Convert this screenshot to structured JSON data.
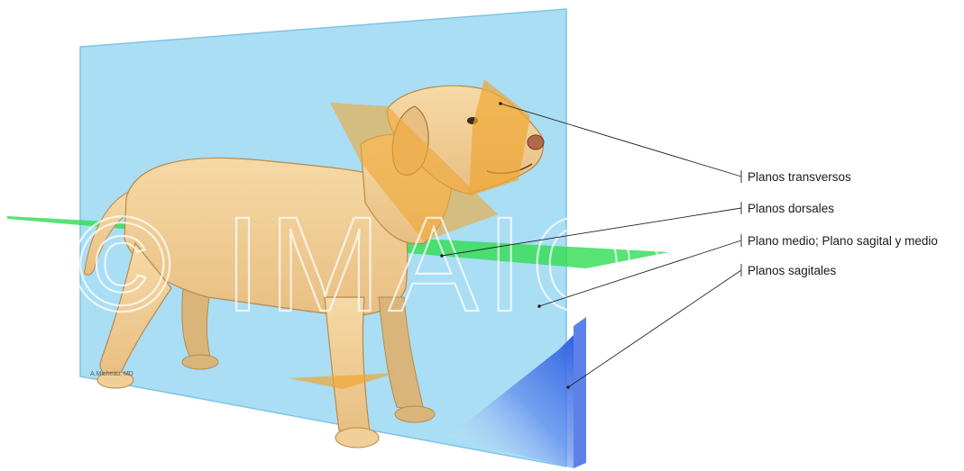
{
  "labels": [
    "Planos transversos",
    "Planos dorsales",
    "Plano medio; Plano sagital y medio",
    "Planos sagitales"
  ],
  "watermark": "© IMAIOS",
  "signature": "A.Micheau, MD",
  "colors": {
    "median_plane": "#a9def4",
    "median_plane_edge": "#7fc4e3",
    "dorsal_plane": "#33dd55",
    "transverse_planes": "#f0a733",
    "sagittal_planes": "#4a78e6",
    "dog_coat": "#f1cf98",
    "dog_shadow": "#d8ad6e",
    "leader_lines": "#222222"
  }
}
